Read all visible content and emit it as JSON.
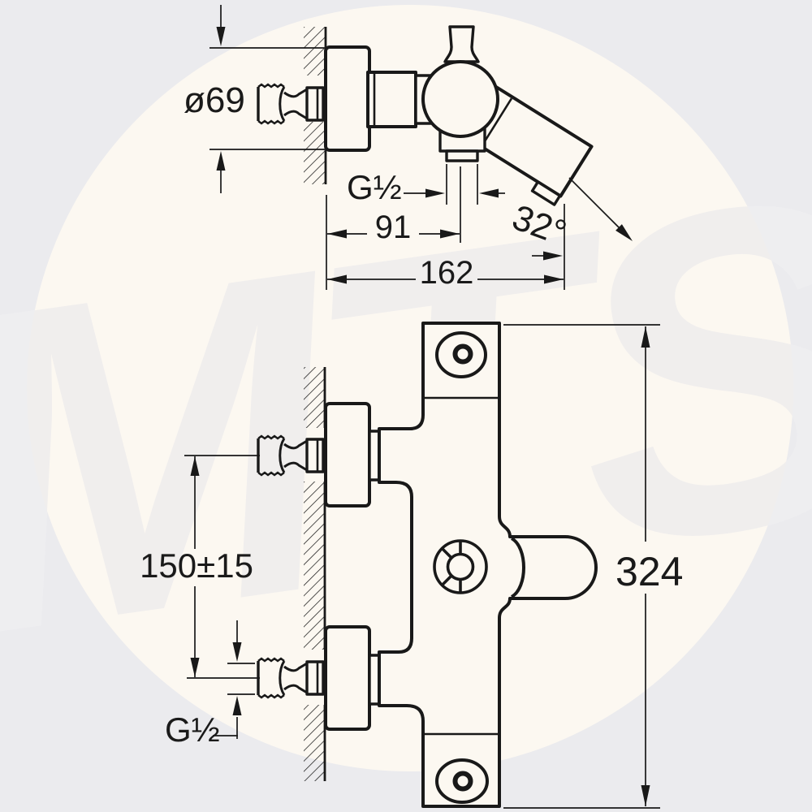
{
  "watermark": "MTS",
  "top_view": {
    "flange_diameter": "ø69",
    "outlet_thread": "G½",
    "wall_to_outlet": "91",
    "wall_to_spout_end": "162",
    "spout_angle": "32°"
  },
  "front_view": {
    "inlet_spacing": "150±15",
    "inlet_thread": "G½",
    "total_height": "324"
  },
  "colors": {
    "line": "#191919",
    "paper_circle": "#fcf8f1",
    "background": "#ebebee",
    "watermark_inner": "#e7e6eb",
    "watermark_outer": "#fafafa"
  }
}
